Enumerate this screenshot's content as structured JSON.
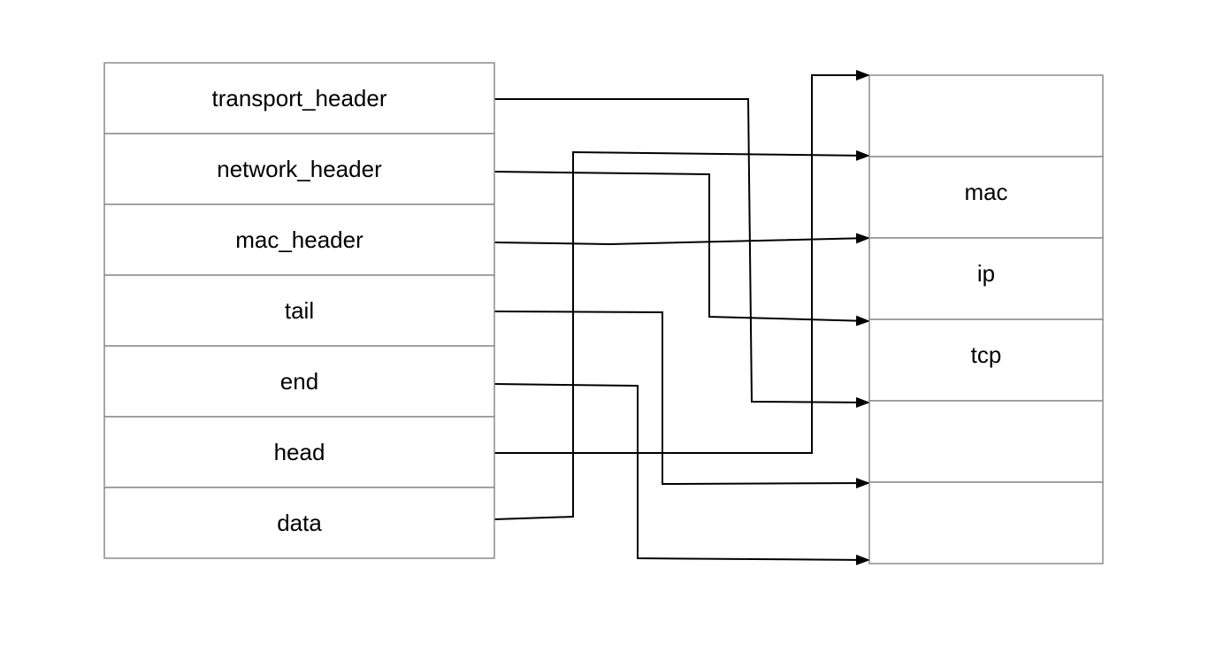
{
  "skb_fields": [
    {
      "id": "transport_header",
      "label": "transport_header"
    },
    {
      "id": "network_header",
      "label": "network_header"
    },
    {
      "id": "mac_header",
      "label": "mac_header"
    },
    {
      "id": "tail",
      "label": "tail"
    },
    {
      "id": "end",
      "label": "end"
    },
    {
      "id": "head",
      "label": "head"
    },
    {
      "id": "data",
      "label": "data"
    }
  ],
  "buffer_segments": [
    {
      "id": "segment-1",
      "label": ""
    },
    {
      "id": "segment-2",
      "label": "mac"
    },
    {
      "id": "segment-3",
      "label": "ip"
    },
    {
      "id": "segment-4",
      "label": "tcp"
    },
    {
      "id": "segment-5",
      "label": ""
    },
    {
      "id": "segment-6",
      "label": ""
    }
  ],
  "connections": [
    {
      "from": "transport_header",
      "to": "segment-5"
    },
    {
      "from": "network_header",
      "to": "segment-4"
    },
    {
      "from": "mac_header",
      "to": "segment-3"
    },
    {
      "from": "tail",
      "to": "segment-6"
    },
    {
      "from": "end",
      "to": "buffer-end"
    },
    {
      "from": "head",
      "to": "segment-1"
    },
    {
      "from": "data",
      "to": "segment-2"
    }
  ],
  "colors": {
    "box_stroke": "#8c8c8c",
    "line": "#000000",
    "text": "#000000",
    "background": "#ffffff"
  }
}
